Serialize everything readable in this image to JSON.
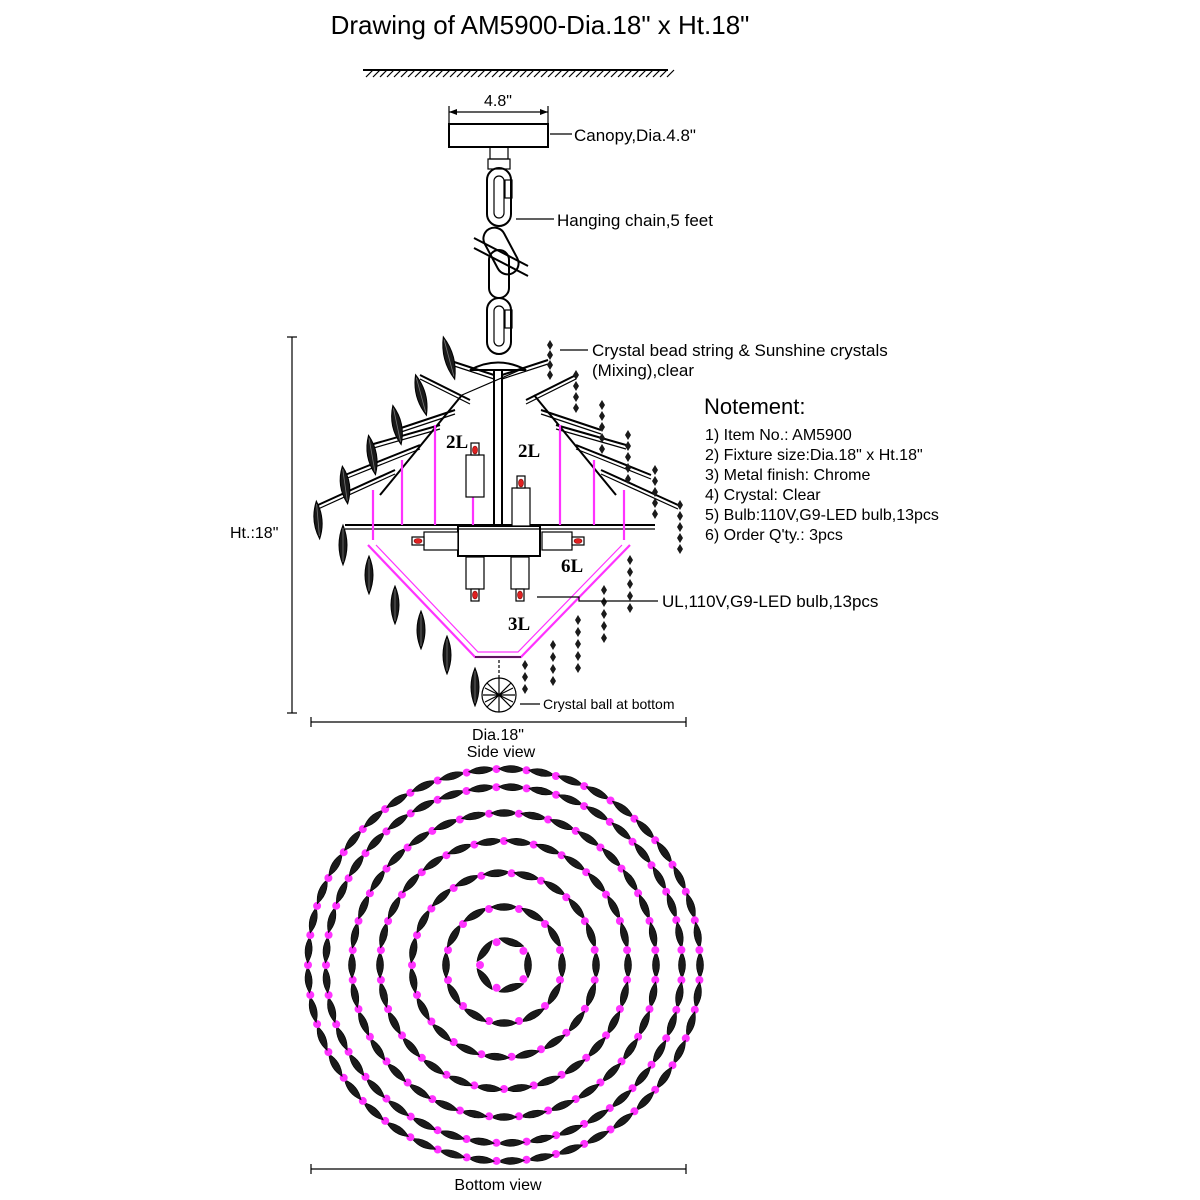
{
  "title": "Drawing of AM5900-Dia.18\" x Ht.18\"",
  "dimensions": {
    "canopy_width": "4.8\"",
    "height": "Ht.:18\"",
    "diameter": "Dia.18\""
  },
  "callouts": {
    "canopy": "Canopy,Dia.4.8\"",
    "chain": "Hanging chain,5 feet",
    "crystal_string_1": "Crystal bead string & Sunshine crystals",
    "crystal_string_2": "(Mixing),clear",
    "bulb": "UL,110V,G9-LED bulb,13pcs",
    "ball": "Crystal ball at bottom"
  },
  "light_labels": {
    "left_upper": "2L",
    "right_upper": "2L",
    "middle": "6L",
    "lower": "3L"
  },
  "notes": {
    "heading": "Notement:",
    "items": [
      "1) Item No.: AM5900",
      "2) Fixture size:Dia.18\" x Ht.18\"",
      "3) Metal finish: Chrome",
      "4) Crystal: Clear",
      "5) Bulb:110V,G9-LED bulb,13pcs",
      "6) Order Q'ty.: 3pcs"
    ]
  },
  "views": {
    "side": "Side view",
    "bottom": "Bottom view"
  },
  "colors": {
    "accent_bead": "#ff33ff",
    "crystal": "#1a1a1a",
    "line": "#000000"
  },
  "bottom_view_rings": 7
}
